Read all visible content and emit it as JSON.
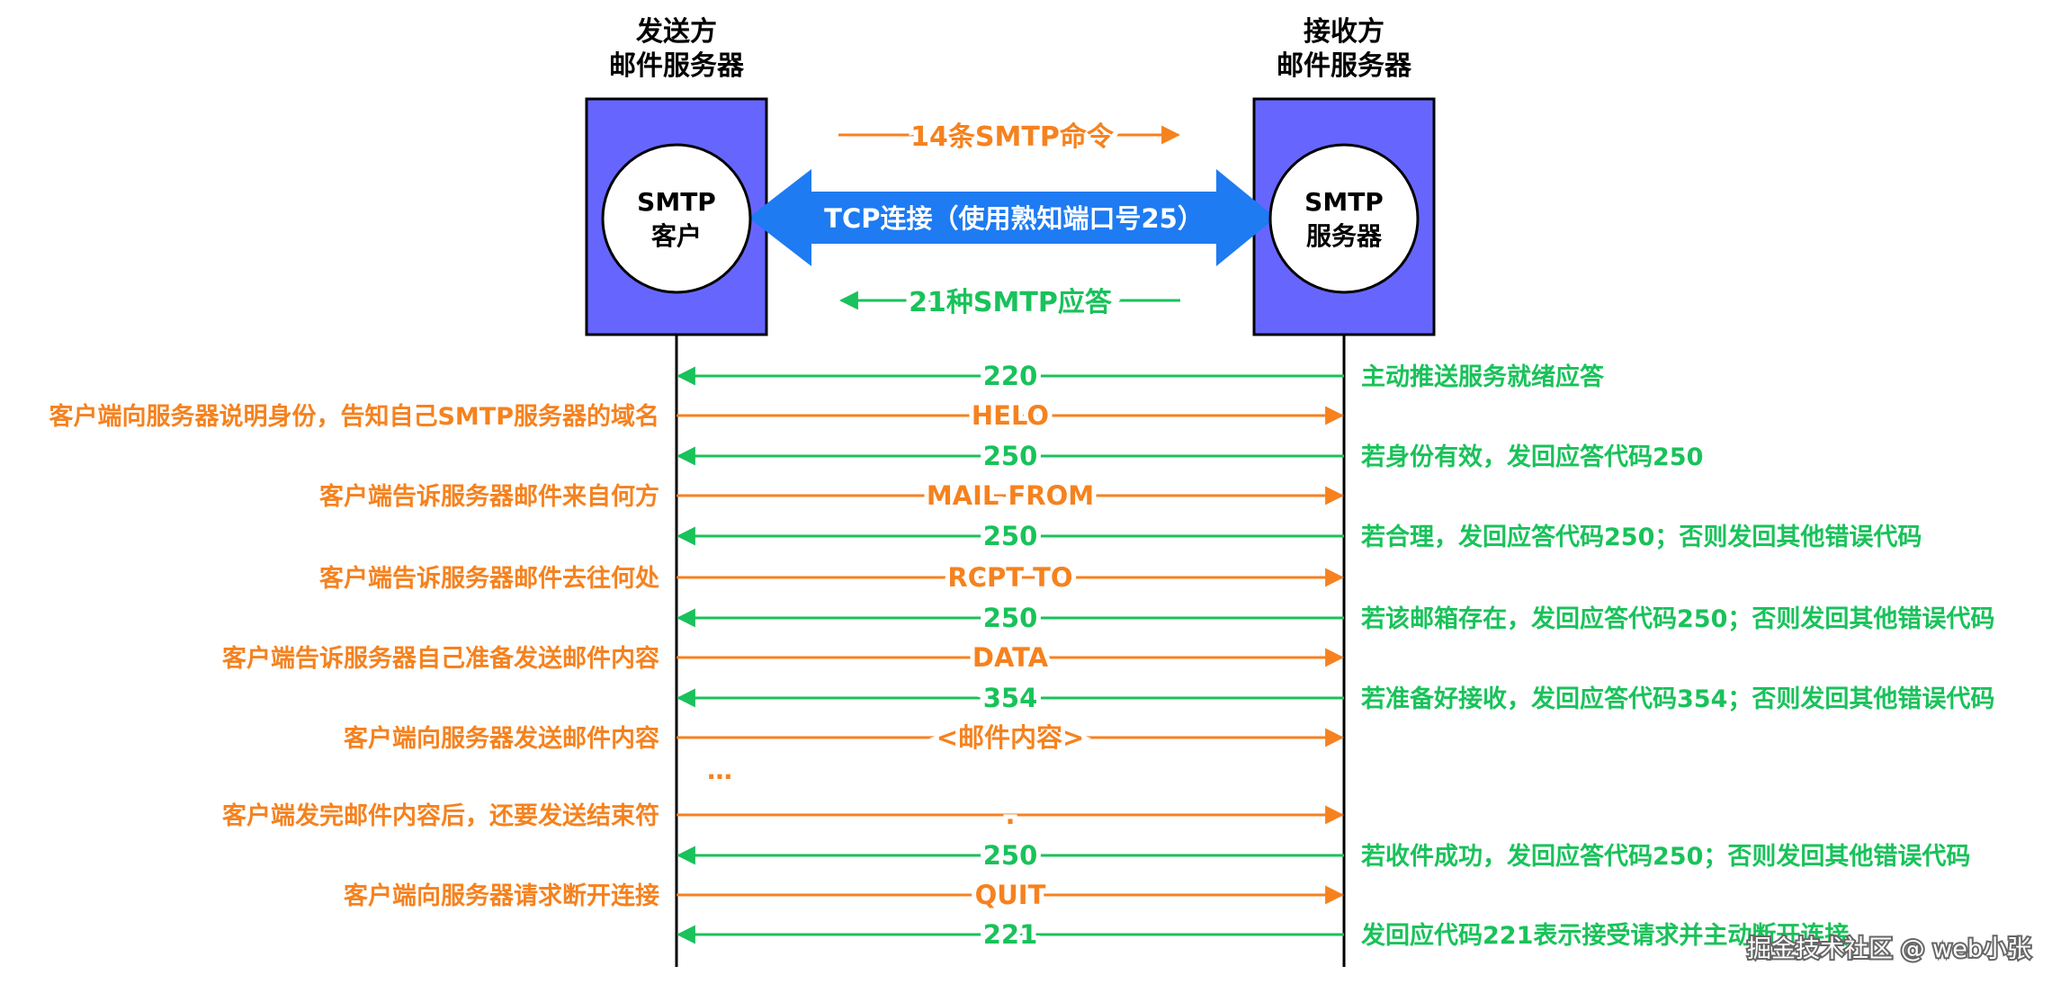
{
  "colors": {
    "orange": "#f5821f",
    "green": "#19c25a",
    "blue": "#1e7bf2",
    "box": "#6666ff",
    "black": "#000000"
  },
  "sender": {
    "title_line1": "发送方",
    "title_line2": "邮件服务器",
    "circle_line1": "SMTP",
    "circle_line2": "客户"
  },
  "receiver": {
    "title_line1": "接收方",
    "title_line2": "邮件服务器",
    "circle_line1": "SMTP",
    "circle_line2": "服务器"
  },
  "tcp": {
    "label": "TCP连接（使用熟知端口号25）"
  },
  "top_commands": "14条SMTP命令",
  "top_replies": "21种SMTP应答",
  "messages": [
    {
      "label": "220",
      "dir": "left",
      "color": "green",
      "note": "主动推送服务就绪应答"
    },
    {
      "label": "HELO",
      "dir": "right",
      "color": "orange",
      "note": "客户端向服务器说明身份，告知自己SMTP服务器的域名"
    },
    {
      "label": "250",
      "dir": "left",
      "color": "green",
      "note": "若身份有效，发回应答代码250"
    },
    {
      "label": "MAIL FROM",
      "dir": "right",
      "color": "orange",
      "note": "客户端告诉服务器邮件来自何方"
    },
    {
      "label": "250",
      "dir": "left",
      "color": "green",
      "note": "若合理，发回应答代码250；否则发回其他错误代码"
    },
    {
      "label": "RCPT TO",
      "dir": "right",
      "color": "orange",
      "note": "客户端告诉服务器邮件去往何处"
    },
    {
      "label": "250",
      "dir": "left",
      "color": "green",
      "note": "若该邮箱存在，发回应答代码250；否则发回其他错误代码"
    },
    {
      "label": "DATA",
      "dir": "right",
      "color": "orange",
      "note": "客户端告诉服务器自己准备发送邮件内容"
    },
    {
      "label": "354",
      "dir": "left",
      "color": "green",
      "note": "若准备好接收，发回应答代码354；否则发回其他错误代码"
    },
    {
      "label": "<邮件内容>",
      "dir": "right",
      "color": "orange",
      "note": "客户端向服务器发送邮件内容"
    },
    {
      "label": ".",
      "dir": "right",
      "color": "orange",
      "note": "客户端发完邮件内容后，还要发送结束符"
    },
    {
      "label": "250",
      "dir": "left",
      "color": "green",
      "note": "若收件成功，发回应答代码250；否则发回其他错误代码"
    },
    {
      "label": "QUIT",
      "dir": "right",
      "color": "orange",
      "note": "客户端向服务器请求断开连接"
    },
    {
      "label": "221",
      "dir": "left",
      "color": "green",
      "note": "发回应代码221表示接受请求并主动断开连接"
    }
  ],
  "ellipsis": "…",
  "watermark": "掘金技术社区 @ web小张"
}
